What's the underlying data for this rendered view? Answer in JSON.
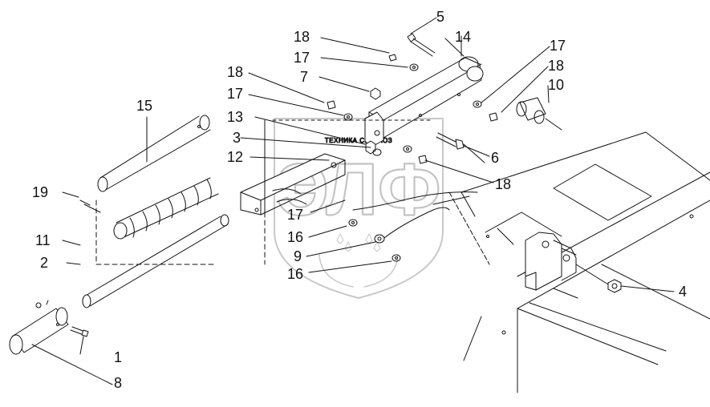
{
  "watermark": {
    "top_text": "ТЕХНИКА СЕЛЬХОЗ",
    "main_text": "ЭЛФ"
  },
  "callouts": [
    "5",
    "14",
    "18",
    "17",
    "7",
    "17",
    "18",
    "10",
    "18",
    "17",
    "13",
    "3",
    "12",
    "15",
    "19",
    "11",
    "2",
    "1",
    "8",
    "6",
    "18",
    "17",
    "16",
    "9",
    "16",
    "4"
  ],
  "colors": {
    "line": "#111111",
    "watermark": "#c4c4c4"
  }
}
